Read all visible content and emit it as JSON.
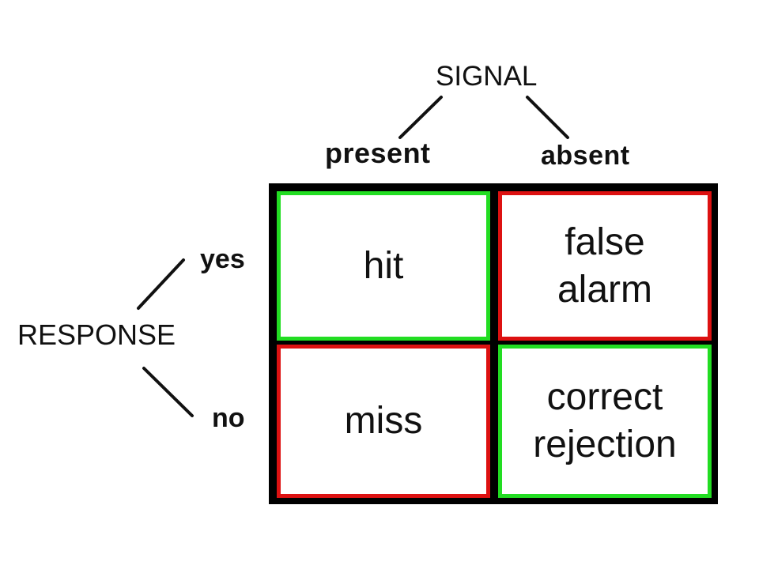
{
  "signal": {
    "label": "SIGNAL",
    "present": "present",
    "absent": "absent"
  },
  "response": {
    "label": "RESPONSE",
    "yes": "yes",
    "no": "no"
  },
  "cells": {
    "hit": {
      "lines": [
        "hit"
      ]
    },
    "false_alarm": {
      "lines": [
        "false",
        "alarm"
      ]
    },
    "miss": {
      "lines": [
        "miss"
      ]
    },
    "correct_rejection": {
      "lines": [
        "correct",
        "rejection"
      ]
    }
  },
  "colors": {
    "correct": "#22dd22",
    "error": "#dd1111",
    "grid": "#000000"
  }
}
